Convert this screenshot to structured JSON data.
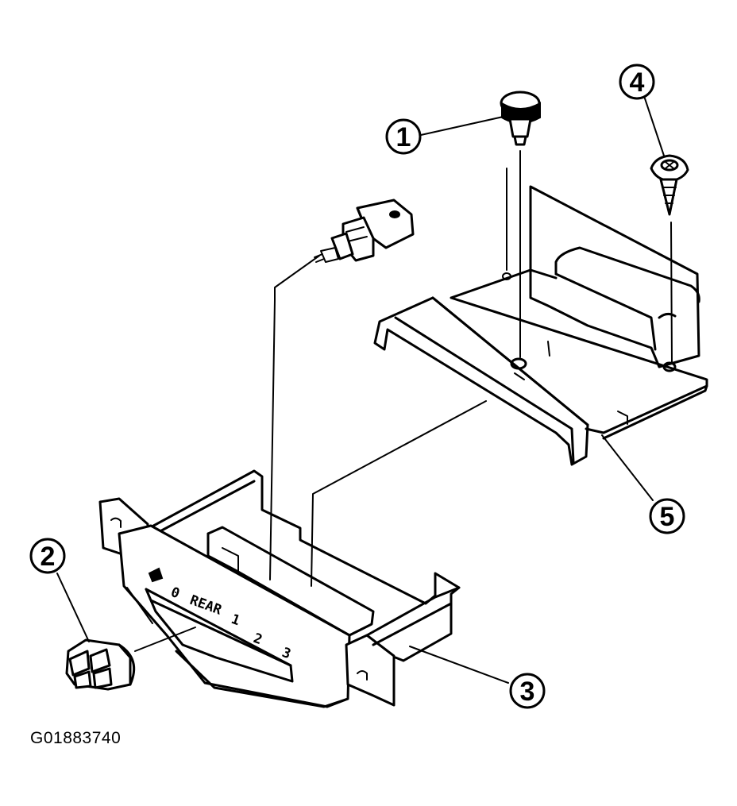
{
  "figure": {
    "id": "G01883740"
  },
  "callouts": [
    {
      "number": "1"
    },
    {
      "number": "2"
    },
    {
      "number": "3"
    },
    {
      "number": "4"
    },
    {
      "number": "5"
    }
  ],
  "panel": {
    "label": "REAR",
    "positions": [
      "0",
      "1",
      "2",
      "3"
    ]
  }
}
